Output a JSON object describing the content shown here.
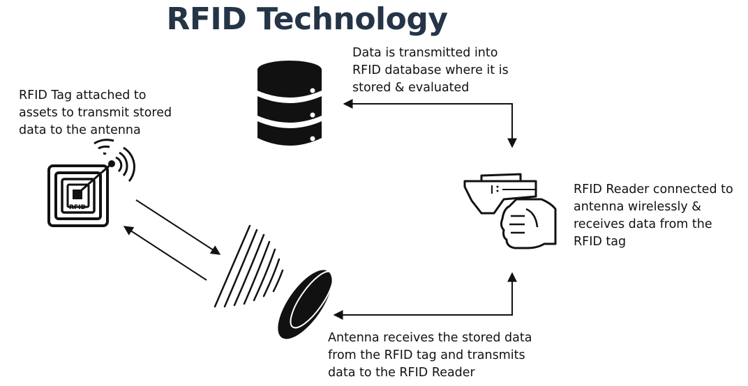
{
  "title": "RFID Technology",
  "captions": {
    "tag": [
      "RFID Tag attached to",
      "assets to transmit stored",
      "data to the antenna"
    ],
    "database": [
      "Data is transmitted into",
      "RFID database where it is",
      "stored & evaluated"
    ],
    "reader": [
      "RFID Reader connected to",
      "antenna wirelessly &",
      "receives data from the",
      "RFID tag"
    ],
    "antenna": [
      "Antenna receives the stored data",
      "from the RFID tag and transmits",
      "data to the RFID Reader"
    ]
  },
  "tag_chip_label": "RFID",
  "icons": {
    "tag": "rfid-tag-icon",
    "database": "database-icon",
    "reader": "rfid-reader-icon",
    "antenna": "antenna-icon"
  },
  "colors": {
    "title": "#253447",
    "ink": "#111111"
  }
}
